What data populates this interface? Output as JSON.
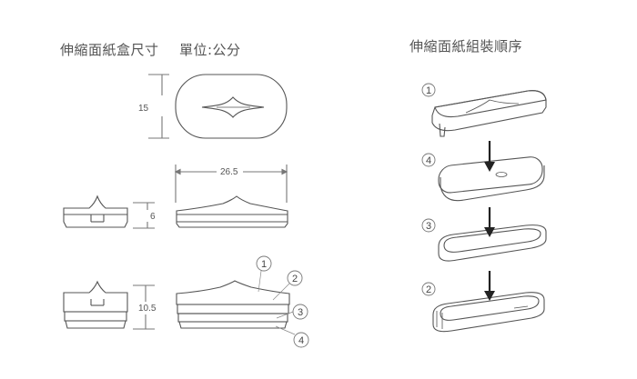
{
  "left_panel": {
    "title": "伸縮面紙盒尺寸",
    "unit_label": "單位:公分",
    "dimensions": {
      "depth": "15",
      "width": "26.5",
      "height_closed": "6",
      "height_extended": "10.5"
    },
    "callouts": [
      "1",
      "2",
      "3",
      "4"
    ]
  },
  "right_panel": {
    "title": "伸縮面紙組裝順序",
    "steps": [
      "1",
      "4",
      "3",
      "2"
    ]
  },
  "colors": {
    "line": "#555555",
    "dim_line": "#777777",
    "arrow": "#222222"
  }
}
